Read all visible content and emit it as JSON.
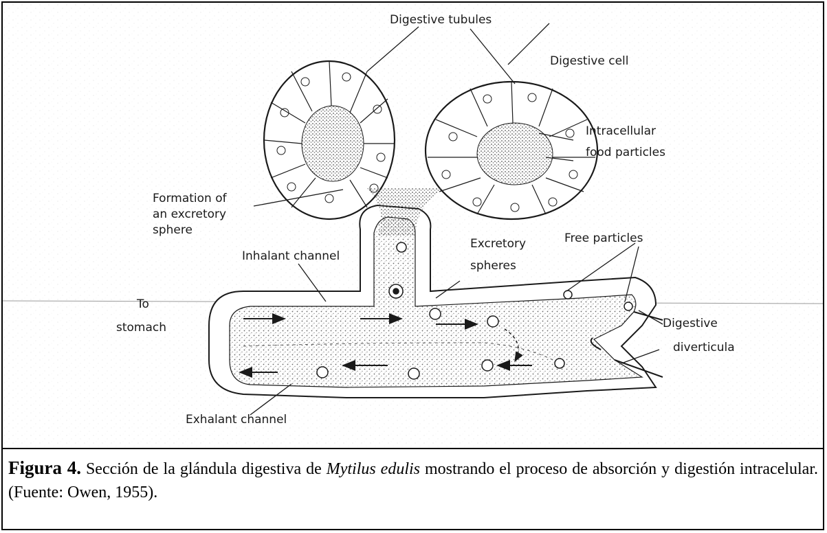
{
  "diagram": {
    "labels": {
      "digestive_tubules": "Digestive tubules",
      "digestive_cell": "Digestive cell",
      "intracellular_1": "Intracellular",
      "intracellular_2": "food particles",
      "formation_1": "Formation of",
      "formation_2": "an excretory",
      "formation_3": "sphere",
      "inhalant_channel": "Inhalant channel",
      "excretory_1": "Excretory",
      "excretory_2": "spheres",
      "free_particles": "Free particles",
      "to_stomach_1": "To",
      "to_stomach_2": "stomach",
      "digestive_diverticula_1": "Digestive",
      "digestive_diverticula_2": "diverticula",
      "exhalant_channel": "Exhalant channel"
    },
    "colors": {
      "ink": "#1a1a1a",
      "stipple": "#7a7a7a",
      "paper": "#ffffff"
    }
  },
  "caption": {
    "label": "Figura 4.",
    "text_before": " Sección de la glándula digestiva de ",
    "species": "Mytilus edulis",
    "text_after": " mostrando el proceso de absorción y digestión intracelular. (Fuente: Owen, 1955)."
  }
}
